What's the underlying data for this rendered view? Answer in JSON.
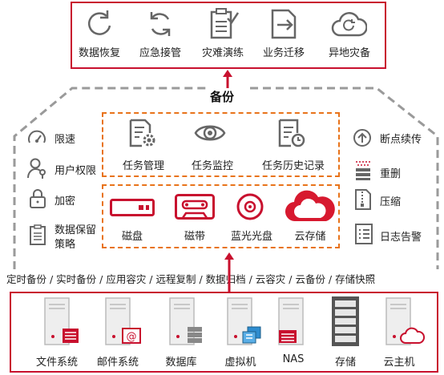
{
  "top_services": [
    {
      "label": "数据恢复",
      "icon": "refresh-icon"
    },
    {
      "label": "应急接管",
      "icon": "sync-icon"
    },
    {
      "label": "灾难演练",
      "icon": "checklist-icon"
    },
    {
      "label": "业务迁移",
      "icon": "file-transfer-icon"
    },
    {
      "label": "异地灾备",
      "icon": "cloud-sync-icon"
    }
  ],
  "backup_title": "备份",
  "left_features": [
    {
      "label": "限速",
      "icon": "speedometer-icon"
    },
    {
      "label": "用户权限",
      "icon": "user-key-icon"
    },
    {
      "label": "加密",
      "icon": "lock-icon"
    },
    {
      "label": "数据保留\n策略",
      "line1": "数据保留",
      "line2": "策略",
      "icon": "clipboard-icon"
    }
  ],
  "right_features": [
    {
      "label": "断点续传",
      "icon": "upload-circle-icon"
    },
    {
      "label": "重删",
      "icon": "dedup-icon"
    },
    {
      "label": "压缩",
      "icon": "zip-file-icon"
    },
    {
      "label": "日志告警",
      "icon": "log-list-icon"
    }
  ],
  "task_items": [
    {
      "label": "任务管理",
      "icon": "task-settings-icon"
    },
    {
      "label": "任务监控",
      "icon": "eye-icon"
    },
    {
      "label": "任务历史记录",
      "icon": "history-doc-icon"
    }
  ],
  "storage_items": [
    {
      "label": "磁盘",
      "icon": "disk-icon"
    },
    {
      "label": "磁带",
      "icon": "tape-icon"
    },
    {
      "label": "蓝光光盘",
      "icon": "optical-disc-icon"
    },
    {
      "label": "云存储",
      "icon": "cloud-icon"
    }
  ],
  "backup_types": "定时备份 / 实时备份 / 应用容灾 / 远程复制 / 数据归档 / 云容灾 / 云备份 / 存储快照",
  "sources": [
    {
      "label": "文件系统",
      "icon": "server-file-icon"
    },
    {
      "label": "邮件系统",
      "icon": "server-mail-icon"
    },
    {
      "label": "数据库",
      "icon": "server-database-icon"
    },
    {
      "label": "虚拟机",
      "icon": "server-vm-icon"
    },
    {
      "label": "NAS",
      "icon": "server-nas-icon"
    },
    {
      "label": "存储",
      "icon": "storage-array-icon"
    },
    {
      "label": "云主机",
      "icon": "server-cloud-icon"
    }
  ],
  "colors": {
    "red": "#c8102e",
    "orange": "#e8731a",
    "gray": "#9a9a9a",
    "icon_gray": "#666666"
  }
}
